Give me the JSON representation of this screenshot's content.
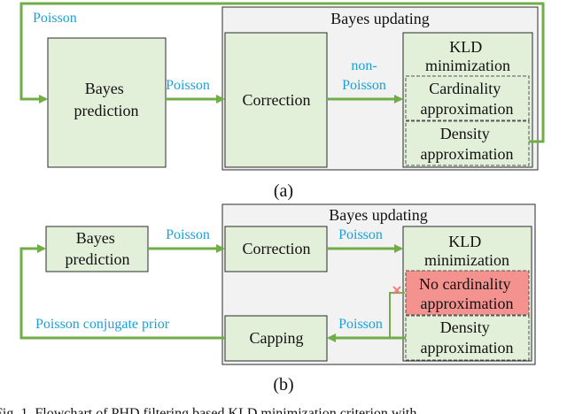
{
  "panel_a": {
    "container_title": "Bayes updating",
    "boxes": {
      "bayes_prediction": [
        "Bayes",
        "prediction"
      ],
      "correction": [
        "Correction"
      ],
      "kld_minimization": [
        "KLD",
        "minimization"
      ],
      "cardinality_approximation": [
        "Cardinality",
        "approximation"
      ],
      "density_approximation": [
        "Density",
        "approximation"
      ]
    },
    "edge_labels": {
      "feedback": "Poisson",
      "prediction_to_correction": "Poisson",
      "correction_to_kld": [
        "non-",
        "Poisson"
      ]
    },
    "caption": "(a)"
  },
  "panel_b": {
    "container_title": "Bayes updating",
    "boxes": {
      "bayes_prediction": [
        "Bayes",
        "prediction"
      ],
      "correction": [
        "Correction"
      ],
      "kld_minimization": [
        "KLD",
        "minimization"
      ],
      "no_cardinality_approximation": [
        "No cardinality",
        "approximation"
      ],
      "density_approximation": [
        "Density",
        "approximation"
      ],
      "capping": [
        "Capping"
      ]
    },
    "edge_labels": {
      "prediction_to_correction": "Poisson",
      "correction_to_kld": "Poisson",
      "density_to_capping": "Poisson",
      "feedback": "Poisson conjugate prior"
    },
    "caption": "(b)"
  },
  "footer_caption": "Fig. 1.   Flowchart of PHD filtering based KLD minimization criterion with",
  "colors": {
    "box_fill": "#e2efd9",
    "box_stroke": "#2b2b2b",
    "container_fill": "#f2f2f2",
    "arrow": "#70ad47",
    "label": "#1ba0d8",
    "highlight_fill": "#f4928f",
    "cross_mark": "#f08080"
  }
}
